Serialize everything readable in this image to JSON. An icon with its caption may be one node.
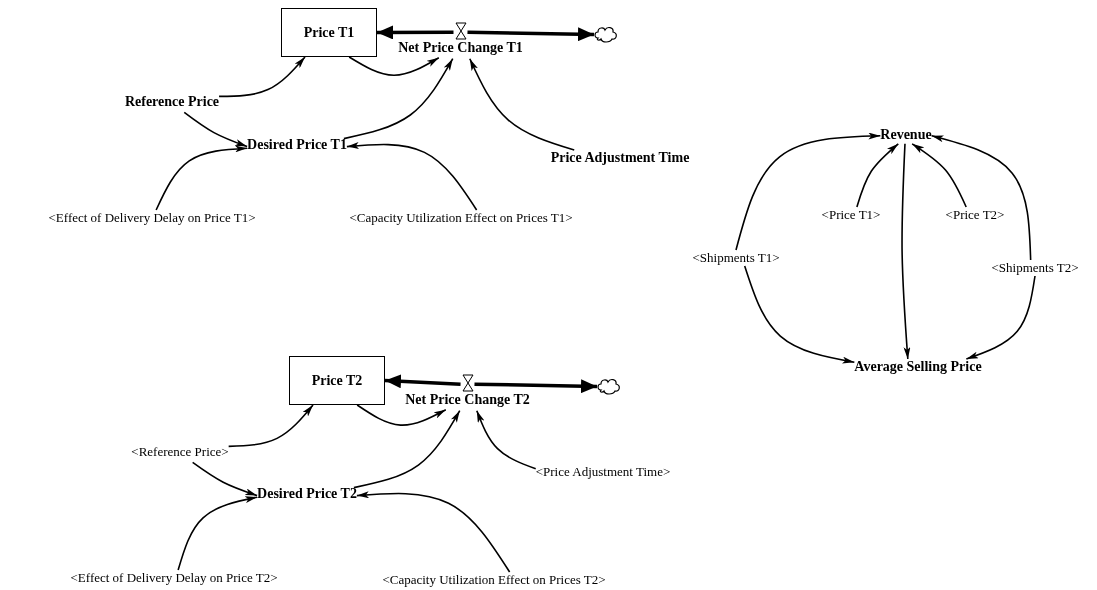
{
  "diagram": {
    "nodes": [
      {
        "text": [
          "Price T1"
        ]
      },
      {
        "text": [
          "Net Price Change T1"
        ]
      },
      {
        "text": [],
        "shape": "cloud"
      },
      {
        "text": [
          "Reference Price"
        ]
      },
      {
        "text": [
          "Desired Price T1"
        ]
      },
      {
        "text": [
          "Price Adjustment Time"
        ]
      },
      {
        "text": [
          "<Effect of Delivery Delay on Price T1>"
        ]
      },
      {
        "text": [
          "<Capacity Utilization Effect on Prices T1>"
        ]
      },
      {
        "text": [
          "Price T2"
        ]
      },
      {
        "text": [
          "Net Price Change T2"
        ]
      },
      {
        "text": [],
        "shape": "cloud"
      },
      {
        "text": [
          "<Reference Price>"
        ]
      },
      {
        "text": [
          "Desired Price T2"
        ]
      },
      {
        "text": [
          "<Price Adjustment Time>"
        ]
      },
      {
        "text": [
          "<Effect of Delivery Delay on Price T2>"
        ]
      },
      {
        "text": [
          "<Capacity Utilization Effect on Prices T2>"
        ]
      },
      {
        "text": [
          "Revenue"
        ]
      },
      {
        "text": [
          "<Price T1>"
        ]
      },
      {
        "text": [
          "<Price T2>"
        ]
      },
      {
        "text": [
          "<Shipments T1>"
        ]
      },
      {
        "text": [
          "<Shipments T2>"
        ]
      },
      {
        "text": [
          "Average Selling Price"
        ]
      }
    ],
    "edges": [
      {
        "from": 1,
        "to": 0,
        "arrow": "to",
        "style": "thick"
      },
      {
        "from": 1,
        "to": 2,
        "arrow": "to",
        "style": "thick"
      },
      {
        "from": 0,
        "to": 1,
        "arrow": "to"
      },
      {
        "from": 3,
        "to": 0,
        "arrow": "to"
      },
      {
        "from": 3,
        "to": 4,
        "arrow": "to"
      },
      {
        "from": 4,
        "to": 1,
        "arrow": "to"
      },
      {
        "from": 5,
        "to": 1,
        "arrow": "to"
      },
      {
        "from": 6,
        "to": 4,
        "arrow": "to"
      },
      {
        "from": 7,
        "to": 4,
        "arrow": "to"
      },
      {
        "from": 9,
        "to": 8,
        "arrow": "to",
        "style": "thick"
      },
      {
        "from": 9,
        "to": 10,
        "arrow": "to",
        "style": "thick"
      },
      {
        "from": 8,
        "to": 9,
        "arrow": "to"
      },
      {
        "from": 11,
        "to": 8,
        "arrow": "to"
      },
      {
        "from": 11,
        "to": 12,
        "arrow": "to"
      },
      {
        "from": 12,
        "to": 9,
        "arrow": "to"
      },
      {
        "from": 13,
        "to": 9,
        "arrow": "to"
      },
      {
        "from": 14,
        "to": 12,
        "arrow": "to"
      },
      {
        "from": 15,
        "to": 12,
        "arrow": "to"
      },
      {
        "from": 19,
        "to": 16,
        "arrow": "to"
      },
      {
        "from": 17,
        "to": 16,
        "arrow": "to"
      },
      {
        "from": 18,
        "to": 16,
        "arrow": "to"
      },
      {
        "from": 20,
        "to": 16,
        "arrow": "to"
      },
      {
        "from": 16,
        "to": 21,
        "arrow": "to"
      },
      {
        "from": 19,
        "to": 21,
        "arrow": "to"
      },
      {
        "from": 20,
        "to": 21,
        "arrow": "to"
      }
    ]
  }
}
